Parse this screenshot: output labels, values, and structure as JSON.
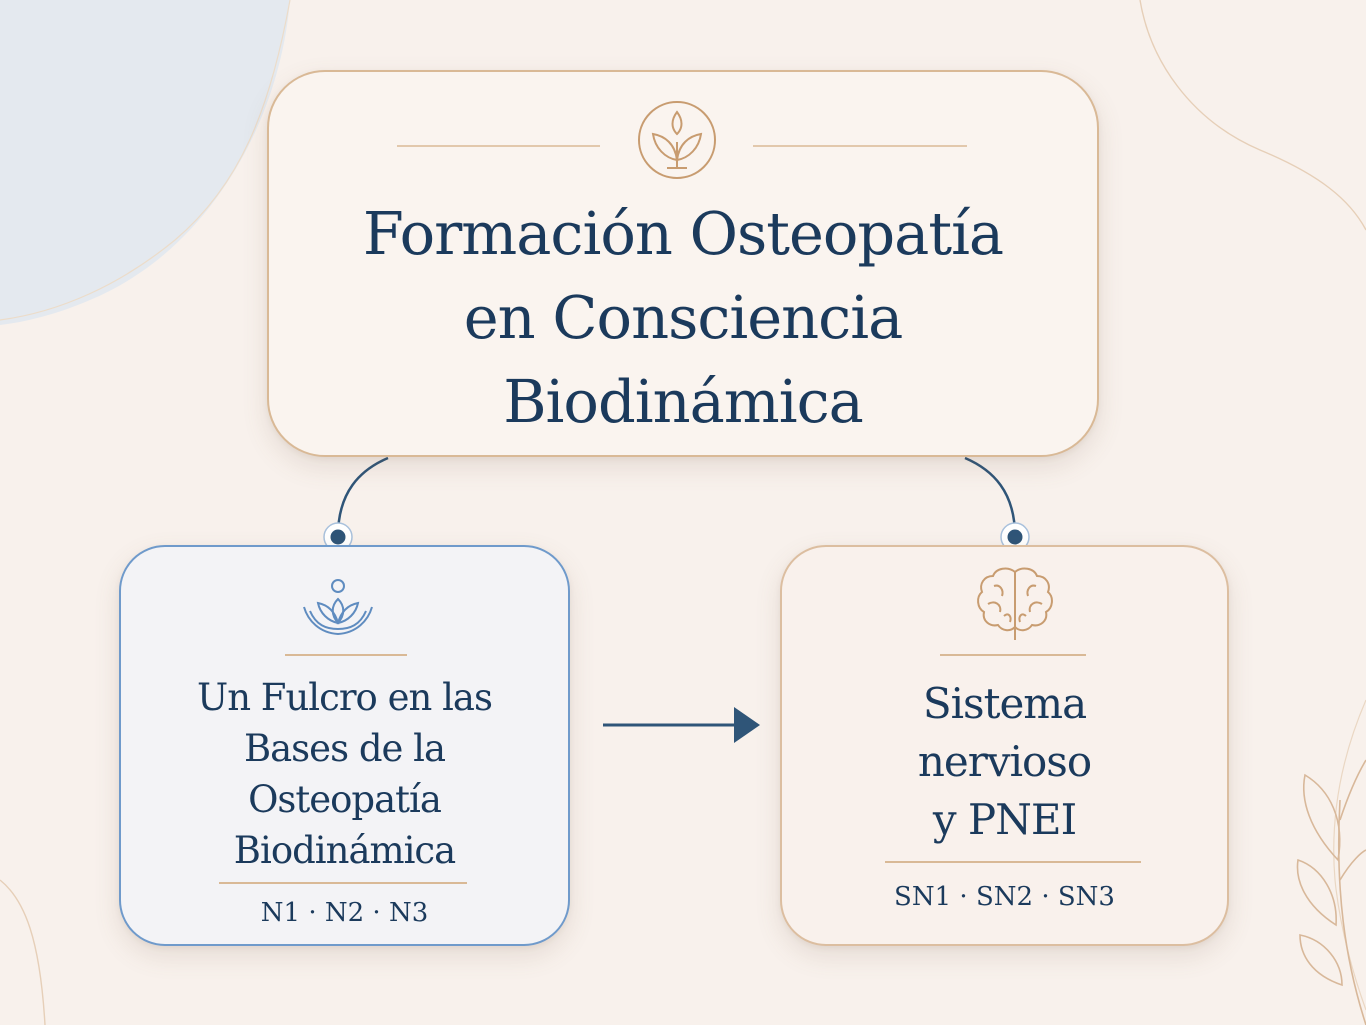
{
  "title": {
    "lines": [
      "Formación Osteopatía",
      "en Consciencia",
      "Biodinámica"
    ],
    "icon": "lotus-sprout-icon"
  },
  "nodes": [
    {
      "lines": [
        "Un Fulcro en las",
        "Bases de la",
        "Osteopatía",
        "Biodinámica"
      ],
      "levels": "N1 · N2 · N3",
      "icon": "lotus-hands-icon"
    },
    {
      "lines": [
        "Sistema",
        "nervioso",
        "y PNEI"
      ],
      "levels": "SN1 · SN2 · SN3",
      "icon": "brain-icon"
    }
  ],
  "colors": {
    "navy": "#1b3a5c",
    "gold": "#d9b996",
    "blue_border": "#6f9acb",
    "connector": "#2f5578",
    "background": "#f8f1ec"
  }
}
